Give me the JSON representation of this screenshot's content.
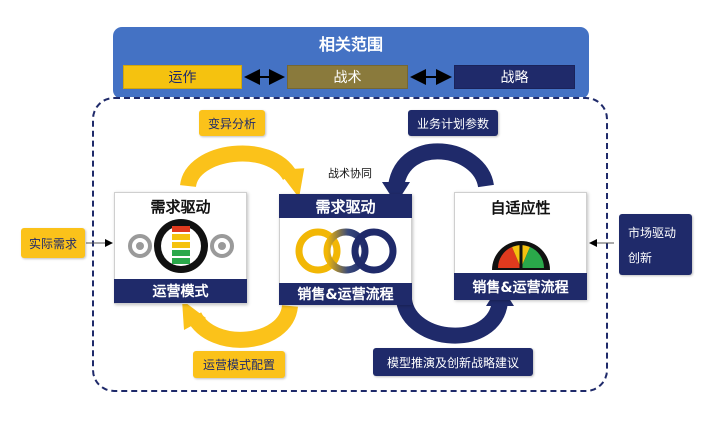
{
  "scope": {
    "title": "相关范围",
    "levels": [
      "运作",
      "战术",
      "战略"
    ]
  },
  "labels": {
    "actual_demand": "实际需求",
    "change_analysis": "变异分析",
    "business_plan_params": "业务计划参数",
    "tactical_coordination": "战术协同",
    "ops_model_config": "运营模式配置",
    "model_projection": "模型推演及创新战略建议",
    "market_driven": "市场驱动",
    "innovation": "创新"
  },
  "cards": {
    "ops": {
      "title": "需求驱动",
      "footer": "运营模式"
    },
    "sales": {
      "title": "需求驱动",
      "footer": "销售&运营流程"
    },
    "adaptive": {
      "title": "自适应性",
      "footer": "销售&运营流程"
    }
  },
  "colors": {
    "navy": "#1f2a6a",
    "yellow": "#fbc21a",
    "blue": "#4472c4",
    "olive": "#8a7a3c"
  }
}
